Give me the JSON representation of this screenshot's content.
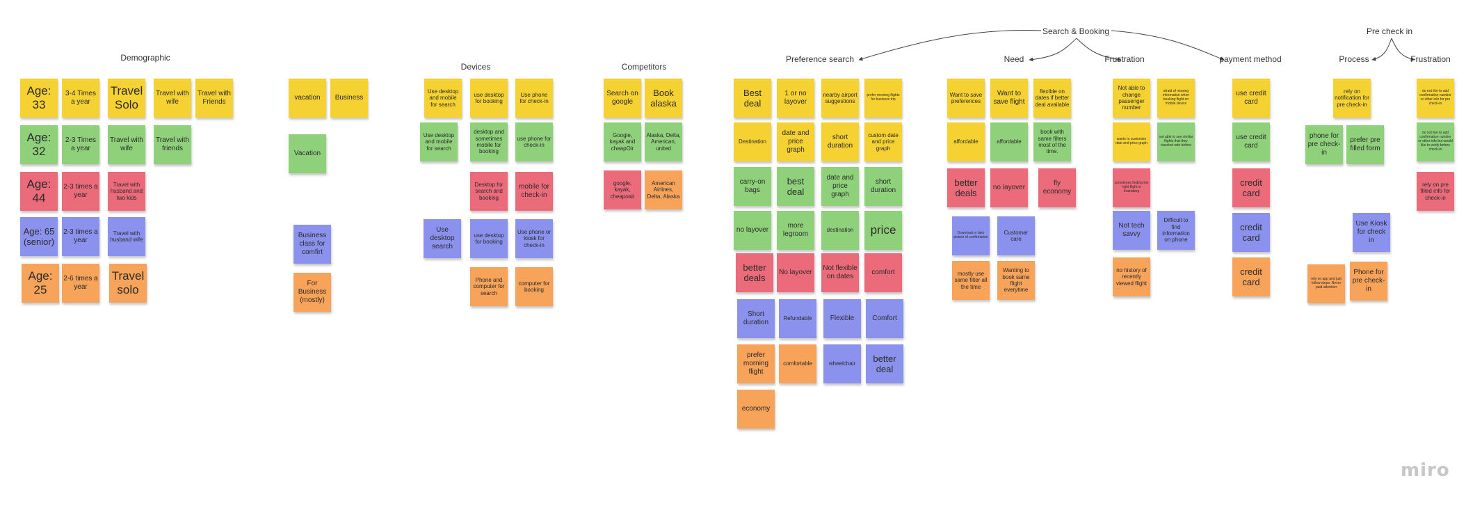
{
  "board": {
    "logo": "miro",
    "headers": [
      {
        "id": "demographic",
        "text": "Demographic"
      },
      {
        "id": "devices",
        "text": "Devices"
      },
      {
        "id": "competitors",
        "text": "Competitors"
      },
      {
        "id": "search-booking",
        "text": "Search & Booking"
      },
      {
        "id": "pre-check-in",
        "text": "Pre check in"
      },
      {
        "id": "preference-search",
        "text": "Preference search"
      },
      {
        "id": "need",
        "text": "Need"
      },
      {
        "id": "frustration-1",
        "text": "Frustration"
      },
      {
        "id": "payment-method",
        "text": "payment method"
      },
      {
        "id": "process",
        "text": "Process"
      },
      {
        "id": "frustration-2",
        "text": "Frustration"
      }
    ],
    "notes": [
      {
        "text": "Age: 33",
        "color": "yellow",
        "size": "xl"
      },
      {
        "text": "3-4 Times a year",
        "color": "yellow",
        "size": "m"
      },
      {
        "text": "Travel Solo",
        "color": "yellow",
        "size": "xl"
      },
      {
        "text": "Travel with wife",
        "color": "yellow",
        "size": "m"
      },
      {
        "text": "Travel with Friends",
        "color": "yellow",
        "size": "m"
      },
      {
        "text": "Age: 32",
        "color": "green",
        "size": "xl"
      },
      {
        "text": "2-3 Times a year",
        "color": "green",
        "size": "m"
      },
      {
        "text": "Travel with wife",
        "color": "green",
        "size": "m"
      },
      {
        "text": "Travel with friends",
        "color": "green",
        "size": "m"
      },
      {
        "text": "Age: 44",
        "color": "red",
        "size": "xl"
      },
      {
        "text": "2-3 times a year",
        "color": "red",
        "size": "m"
      },
      {
        "text": "Travel with husband and two kids",
        "color": "red",
        "size": "s"
      },
      {
        "text": "Age: 65 (senior)",
        "color": "blue",
        "size": "l"
      },
      {
        "text": "2-3 times a year",
        "color": "blue",
        "size": "m"
      },
      {
        "text": "Travel with husband wife",
        "color": "blue",
        "size": "s"
      },
      {
        "text": "Age: 25",
        "color": "orange",
        "size": "xl"
      },
      {
        "text": "2-6 times a year",
        "color": "orange",
        "size": "m"
      },
      {
        "text": "Travel solo",
        "color": "orange",
        "size": "xl"
      },
      {
        "text": "vacation",
        "color": "yellow",
        "size": "m"
      },
      {
        "text": "Business",
        "color": "yellow",
        "size": "m"
      },
      {
        "text": "Vacation",
        "color": "green",
        "size": "m"
      },
      {
        "text": "Business class for comfirt",
        "color": "blue",
        "size": "m"
      },
      {
        "text": "For Business (mostly)",
        "color": "orange",
        "size": "m"
      },
      {
        "text": "Use desktop and mobile for search",
        "color": "yellow",
        "size": "s"
      },
      {
        "text": "use desktop for booking",
        "color": "yellow",
        "size": "s"
      },
      {
        "text": "Use phone for check-in",
        "color": "yellow",
        "size": "s"
      },
      {
        "text": "Use desktop and mobile for search",
        "color": "green",
        "size": "s"
      },
      {
        "text": "desktop and sometimes mobile for booking",
        "color": "green",
        "size": "s"
      },
      {
        "text": "use phone for check-in",
        "color": "green",
        "size": "s"
      },
      {
        "text": "Desktop for search and booking",
        "color": "red",
        "size": "s"
      },
      {
        "text": "mobile for check-in",
        "color": "red",
        "size": "m"
      },
      {
        "text": "Use desktop search",
        "color": "blue",
        "size": "m"
      },
      {
        "text": "use desktop for booking",
        "color": "blue",
        "size": "s"
      },
      {
        "text": "Use phone or kiosk for check-in",
        "color": "blue",
        "size": "s"
      },
      {
        "text": "Phone and computer for search",
        "color": "orange",
        "size": "s"
      },
      {
        "text": "computer for booking",
        "color": "orange",
        "size": "s"
      },
      {
        "text": "Search on google",
        "color": "yellow",
        "size": "m"
      },
      {
        "text": "Book alaska",
        "color": "yellow",
        "size": "l"
      },
      {
        "text": "Google, kayak and cheapOir",
        "color": "green",
        "size": "s"
      },
      {
        "text": "Alaska, Delta, American, united",
        "color": "green",
        "size": "s"
      },
      {
        "text": "google, kayak, cheapoair",
        "color": "red",
        "size": "s"
      },
      {
        "text": "American Airlines, Delta, Alaska",
        "color": "orange",
        "size": "s"
      },
      {
        "text": "Best deal",
        "color": "yellow",
        "size": "l"
      },
      {
        "text": "1 or no layover",
        "color": "yellow",
        "size": "m"
      },
      {
        "text": "nearby airport suggestions",
        "color": "yellow",
        "size": "s"
      },
      {
        "text": "prefer morning flights for business trip",
        "color": "yellow",
        "size": "xs"
      },
      {
        "text": "Destination",
        "color": "yellow",
        "size": "s"
      },
      {
        "text": "date and price graph",
        "color": "yellow",
        "size": "m"
      },
      {
        "text": "short duration",
        "color": "yellow",
        "size": "m"
      },
      {
        "text": "custom date and price graph",
        "color": "yellow",
        "size": "s"
      },
      {
        "text": "carry-on bags",
        "color": "green",
        "size": "m"
      },
      {
        "text": "best deal",
        "color": "green",
        "size": "l"
      },
      {
        "text": "date and price graph",
        "color": "green",
        "size": "m"
      },
      {
        "text": "short duration",
        "color": "green",
        "size": "m"
      },
      {
        "text": "no layover",
        "color": "green",
        "size": "m"
      },
      {
        "text": "more legroom",
        "color": "green",
        "size": "m"
      },
      {
        "text": "destination",
        "color": "green",
        "size": "s"
      },
      {
        "text": "price",
        "color": "green",
        "size": "xl"
      },
      {
        "text": "better deals",
        "color": "red",
        "size": "l"
      },
      {
        "text": "No layover",
        "color": "red",
        "size": "m"
      },
      {
        "text": "Not flexible on dates",
        "color": "red",
        "size": "m"
      },
      {
        "text": "comfort",
        "color": "red",
        "size": "m"
      },
      {
        "text": "Short duration",
        "color": "blue",
        "size": "m"
      },
      {
        "text": "Refundable",
        "color": "blue",
        "size": "s"
      },
      {
        "text": "Flexible",
        "color": "blue",
        "size": "m"
      },
      {
        "text": "Comfort",
        "color": "blue",
        "size": "m"
      },
      {
        "text": "prefer morning flight",
        "color": "orange",
        "size": "m"
      },
      {
        "text": "comfortable",
        "color": "orange",
        "size": "s"
      },
      {
        "text": "wheelchair",
        "color": "blue",
        "size": "s"
      },
      {
        "text": "better deal",
        "color": "blue",
        "size": "l"
      },
      {
        "text": "economy",
        "color": "orange",
        "size": "m"
      },
      {
        "text": "Want to save preferences",
        "color": "yellow",
        "size": "s"
      },
      {
        "text": "Want to save flight",
        "color": "yellow",
        "size": "m"
      },
      {
        "text": "flexible on dates if better deal available",
        "color": "yellow",
        "size": "s"
      },
      {
        "text": "affordable",
        "color": "yellow",
        "size": "s"
      },
      {
        "text": "affordable",
        "color": "green",
        "size": "s"
      },
      {
        "text": "book with same filters most of the time.",
        "color": "green",
        "size": "s"
      },
      {
        "text": "better deals",
        "color": "red",
        "size": "l"
      },
      {
        "text": "no layover",
        "color": "red",
        "size": "m"
      },
      {
        "text": "fly economy",
        "color": "red",
        "size": "m"
      },
      {
        "text": "Download or take picture of confirmation",
        "color": "blue",
        "size": "xs"
      },
      {
        "text": "Customer care",
        "color": "blue",
        "size": "s"
      },
      {
        "text": "mostly use same filter all the time",
        "color": "orange",
        "size": "s"
      },
      {
        "text": "Wanting to book same flight everytime",
        "color": "orange",
        "size": "s"
      },
      {
        "text": "Not able to change passenger number",
        "color": "yellow",
        "size": "s"
      },
      {
        "text": "afraid of missing information when booking flight on mobile device",
        "color": "yellow",
        "size": "xs"
      },
      {
        "text": "wants to customize date and price graph",
        "color": "yellow",
        "size": "xs"
      },
      {
        "text": "not able to see similar flights that they traveled with before",
        "color": "green",
        "size": "xs"
      },
      {
        "text": "sometimes finding the right flight is frustrating",
        "color": "red",
        "size": "xs"
      },
      {
        "text": "Not tech savvy",
        "color": "blue",
        "size": "m"
      },
      {
        "text": "Difficult to find information on phone",
        "color": "blue",
        "size": "s"
      },
      {
        "text": "no history of recently viewed flight",
        "color": "orange",
        "size": "s"
      },
      {
        "text": "use credit card",
        "color": "yellow",
        "size": "m"
      },
      {
        "text": "use credit card",
        "color": "green",
        "size": "m"
      },
      {
        "text": "credit card",
        "color": "red",
        "size": "l"
      },
      {
        "text": "credit card",
        "color": "blue",
        "size": "l"
      },
      {
        "text": "credit card",
        "color": "orange",
        "size": "l"
      },
      {
        "text": "rely on notification for pre check-in",
        "color": "yellow",
        "size": "s"
      },
      {
        "text": "phone for pre check-in",
        "color": "green",
        "size": "m"
      },
      {
        "text": "prefer pre filled form",
        "color": "green",
        "size": "m"
      },
      {
        "text": "Use Kiosk for check in",
        "color": "blue",
        "size": "m"
      },
      {
        "text": "rely on app and just follow steps. Never paid attention",
        "color": "orange",
        "size": "xs"
      },
      {
        "text": "Phone for pre check-in",
        "color": "orange",
        "size": "m"
      },
      {
        "text": "do not like to add confirmation number or other info for pre check-in",
        "color": "yellow",
        "size": "xs"
      },
      {
        "text": "do not like to add confirmation number or other info but would like to verify before check-in",
        "color": "green",
        "size": "xs"
      },
      {
        "text": "rely on pre filled info for check-in",
        "color": "red",
        "size": "s"
      }
    ]
  }
}
